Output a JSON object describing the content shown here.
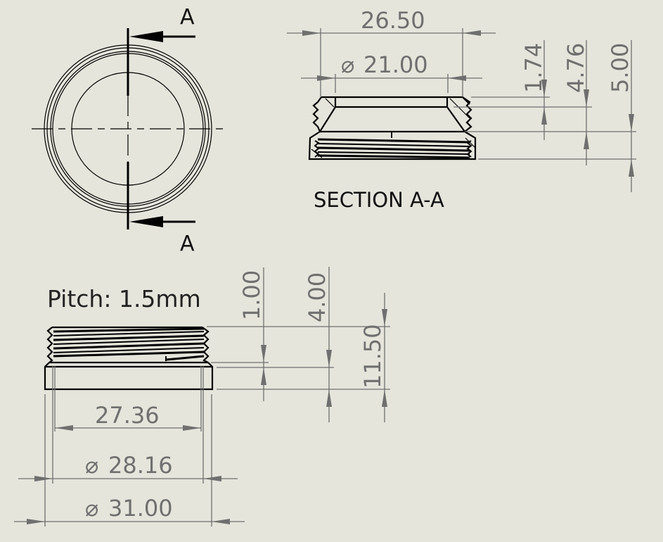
{
  "drawing": {
    "views": {
      "top_view": {
        "name": "front-circular-view",
        "section_marker": "A",
        "section_marker_bottom": "A"
      },
      "section_view": {
        "title": "SECTION A-A",
        "dimensions": {
          "overall_width": "26.50",
          "inner_diameter": "21.00",
          "inner_diameter_symbol": "⌀",
          "depth_1": "1.74",
          "depth_2": "4.76",
          "height": "5.00"
        }
      },
      "side_view": {
        "note": "Pitch: 1.5mm",
        "dimensions": {
          "flange_height": "1.00",
          "neck_height": "4.00",
          "total_height": "11.50",
          "thread_root_width": "27.36",
          "thread_major_diameter": "28.16",
          "flange_diameter": "31.00",
          "diameter_symbol": "⌀"
        }
      }
    },
    "colors": {
      "background": "#e6e5dc",
      "geometry": "#000000",
      "dimension": "#6f6f6f"
    }
  }
}
